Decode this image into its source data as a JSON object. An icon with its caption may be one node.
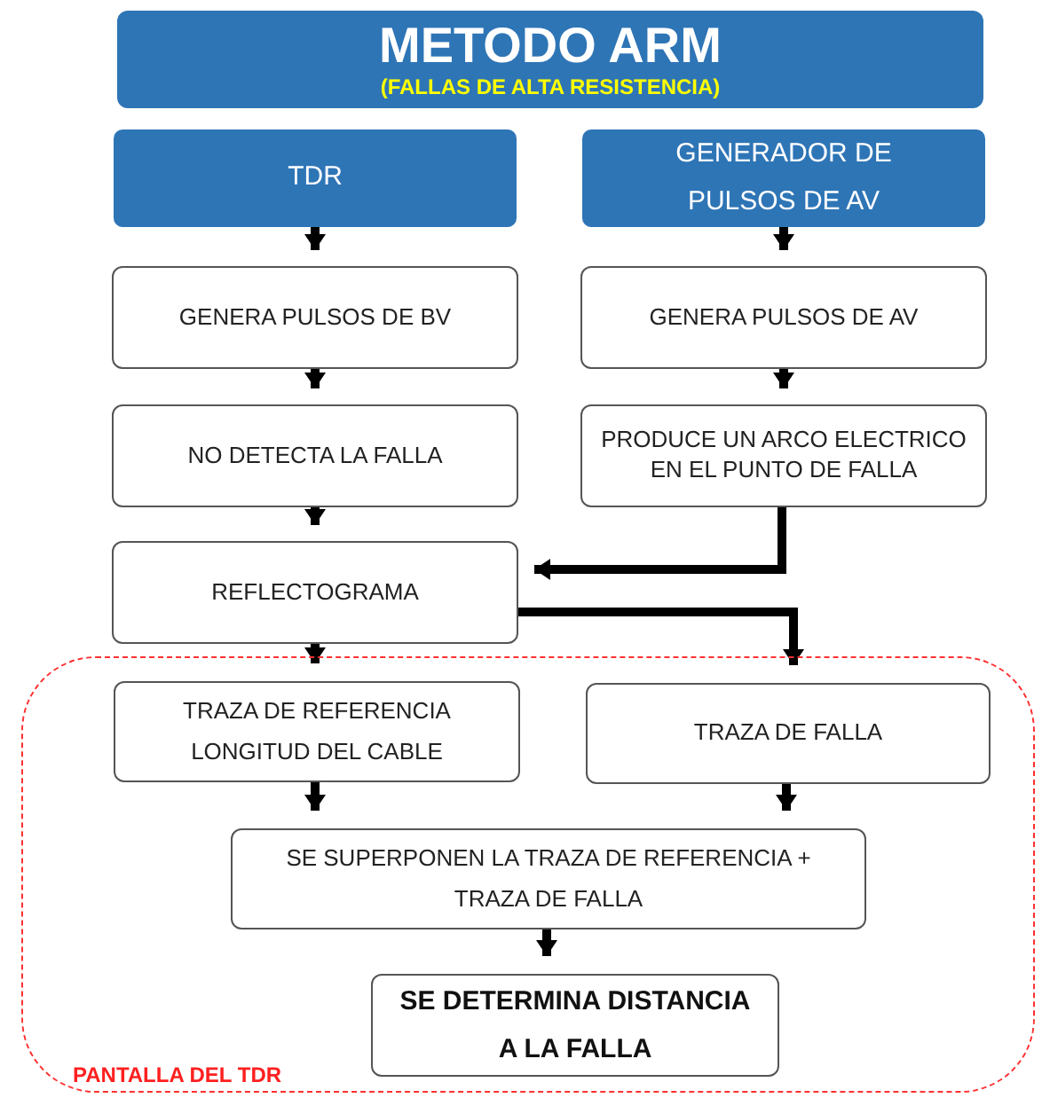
{
  "diagram": {
    "nodes": [
      {
        "text": [
          "METODO ARM",
          "(FALLAS DE ALTA RESISTENCIA)"
        ]
      },
      {
        "text": [
          "TDR"
        ]
      },
      {
        "text": [
          "GENERADOR DE PULSOS DE AV"
        ]
      },
      {
        "text": [
          "GENERA PULSOS DE BV"
        ]
      },
      {
        "text": [
          "GENERA PULSOS DE AV"
        ]
      },
      {
        "text": [
          "NO DETECTA LA FALLA"
        ]
      },
      {
        "text": [
          "PRODUCE UN ARCO ELECTRICO EN EL PUNTO DE FALLA"
        ]
      },
      {
        "text": [
          "REFLECTOGRAMA"
        ]
      },
      {
        "text": [
          "PANTALLA DEL TDR"
        ]
      },
      {
        "text": [
          "TRAZA DE REFERENCIA LONGITUD DEL CABLE"
        ],
        "in": 8
      },
      {
        "text": [
          "TRAZA DE FALLA"
        ],
        "in": 8
      },
      {
        "text": [
          "SE SUPERPONEN LA TRAZA DE REFERENCIA + TRAZA DE FALLA"
        ],
        "in": 8
      },
      {
        "text": [
          "SE DETERMINA DISTANCIA A LA FALLA"
        ],
        "in": 8
      }
    ],
    "edges": [
      {
        "from": 1,
        "to": 3,
        "arrow": "to"
      },
      {
        "from": 2,
        "to": 4,
        "arrow": "to"
      },
      {
        "from": 3,
        "to": 5,
        "arrow": "to"
      },
      {
        "from": 4,
        "to": 6,
        "arrow": "to"
      },
      {
        "from": 5,
        "to": 7,
        "arrow": "to"
      },
      {
        "from": 6,
        "to": 7,
        "arrow": "to"
      },
      {
        "from": 7,
        "to": 9,
        "arrow": "to"
      },
      {
        "from": 7,
        "to": 10,
        "arrow": "to"
      },
      {
        "from": 9,
        "to": 11,
        "arrow": "to"
      },
      {
        "from": 10,
        "to": 11,
        "arrow": "to"
      },
      {
        "from": 11,
        "to": 12,
        "arrow": "to"
      }
    ]
  }
}
